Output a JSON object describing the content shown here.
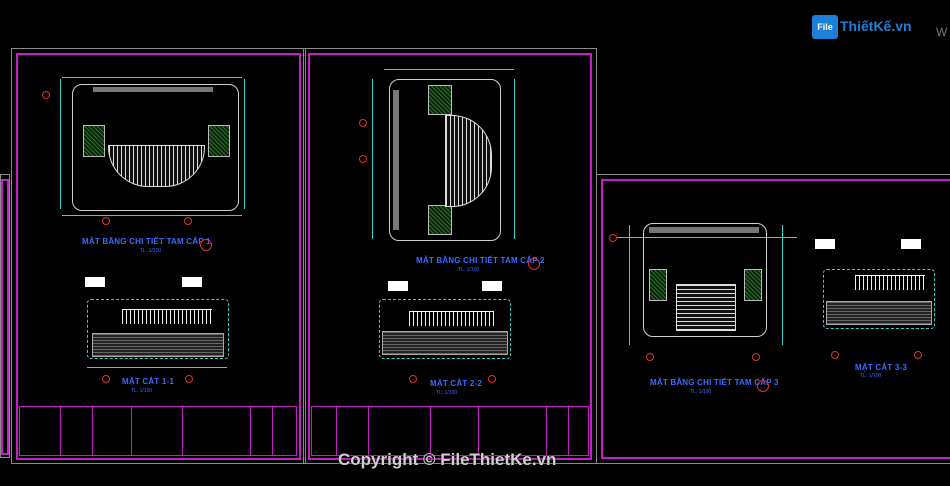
{
  "logo": {
    "fi": "File",
    "rest": "ThiếtKế.vn"
  },
  "copyright": "Copyright © FileThietKe.vn",
  "sheet1": {
    "plan_title": "MẶT BẰNG CHI TIẾT TAM CẤP 1",
    "plan_scale": "TL: 1/100",
    "section_title": "MẶT CẮT 1-1",
    "section_scale": "TL: 1/100"
  },
  "sheet2": {
    "plan_title": "MẶT BẰNG CHI TIẾT TAM CẤP 2",
    "plan_scale": "TL: 1/100",
    "section_title": "MẶT CẮT 2-2",
    "section_scale": "TL: 1/100"
  },
  "sheet3": {
    "plan_title": "MẶT BẰNG CHI TIẾT TAM CẤP 3",
    "plan_scale": "TL: 1/100",
    "section_title": "MẶT CẮT 3-3",
    "section_scale": "TL: 1/100"
  },
  "colors": {
    "frame": "#c21fc7",
    "dim": "#39d0d0",
    "label": "#3a6cff",
    "axis": "#e03030"
  }
}
